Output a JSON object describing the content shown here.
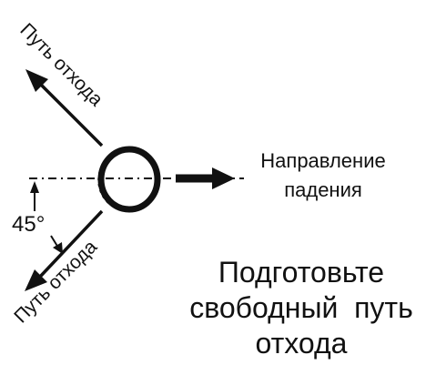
{
  "diagram": {
    "escape_path_upper": "Путь отхода",
    "escape_path_lower": "Путь отхода",
    "fall_direction_line1": "Направление",
    "fall_direction_line2": "падения",
    "angle_label": "45°"
  },
  "instruction": {
    "line1": "Подготовьте",
    "line2": "свободный  путь",
    "line3": "отхода"
  },
  "colors": {
    "ink": "#111111",
    "background": "#ffffff"
  }
}
